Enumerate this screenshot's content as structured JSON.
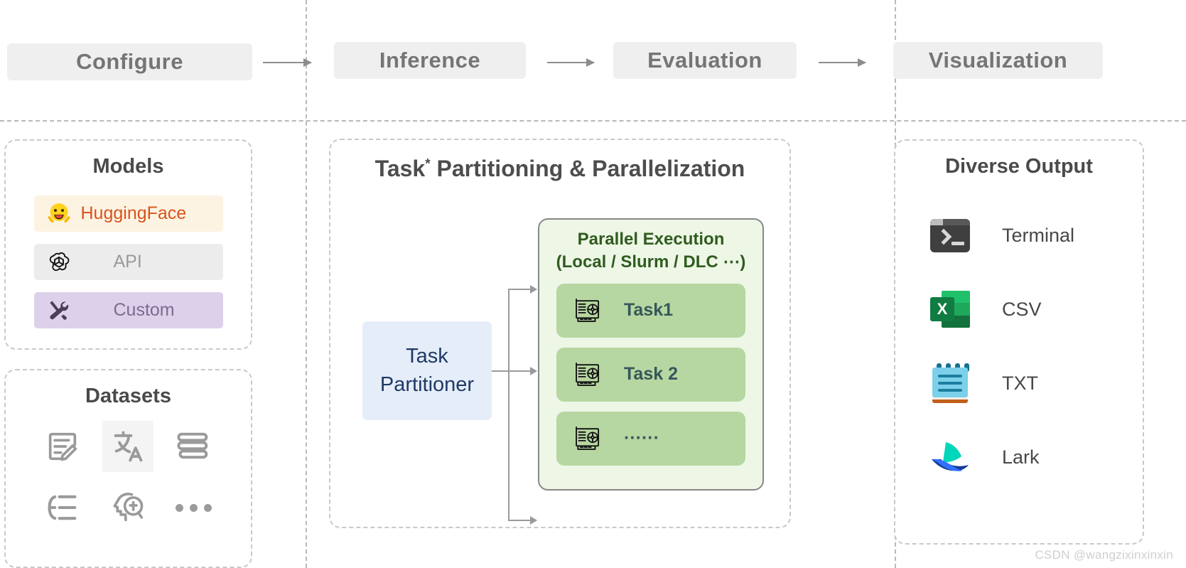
{
  "pipeline": {
    "stages": [
      {
        "label": "Configure"
      },
      {
        "label": "Inference"
      },
      {
        "label": "Evaluation"
      },
      {
        "label": "Visualization"
      }
    ]
  },
  "models": {
    "title": "Models",
    "rows": [
      {
        "label": "HuggingFace",
        "icon": "hugging-face-icon",
        "bg": "#fdf3e2",
        "fg": "#d9531e"
      },
      {
        "label": "API",
        "icon": "openai-icon",
        "bg": "#ececec",
        "fg": "#9a9a9a"
      },
      {
        "label": "Custom",
        "icon": "tools-icon",
        "bg": "#ddd0ea",
        "fg": "#7d6a90"
      }
    ]
  },
  "datasets": {
    "title": "Datasets",
    "icons": [
      {
        "name": "document-edit-icon",
        "highlighted": false
      },
      {
        "name": "translate-icon",
        "highlighted": true
      },
      {
        "name": "books-icon",
        "highlighted": false
      },
      {
        "name": "tree-list-icon",
        "highlighted": false
      },
      {
        "name": "reasoning-head-icon",
        "highlighted": false
      },
      {
        "name": "more-ellipsis-icon",
        "highlighted": false
      }
    ]
  },
  "center": {
    "title_main": "Task",
    "title_sup": "*",
    "title_rest": " Partitioning & Parallelization",
    "partitioner": {
      "line1": "Task",
      "line2": "Partitioner"
    },
    "parallel": {
      "title_line1": "Parallel Execution",
      "title_line2": "(Local / Slurm / DLC ⋯)",
      "tasks": [
        {
          "label": "Task1",
          "icon": "gpu-card-icon"
        },
        {
          "label": "Task 2",
          "icon": "gpu-card-icon"
        },
        {
          "label": "······",
          "icon": "gpu-card-icon"
        }
      ]
    }
  },
  "output": {
    "title": "Diverse Output",
    "rows": [
      {
        "label": "Terminal",
        "icon": "terminal-icon"
      },
      {
        "label": "CSV",
        "icon": "excel-csv-icon"
      },
      {
        "label": "TXT",
        "icon": "notepad-txt-icon"
      },
      {
        "label": "Lark",
        "icon": "lark-icon"
      }
    ]
  },
  "watermark": {
    "text": "CSDN @wangzixinxinxin"
  },
  "colors": {
    "chip_bg": "#efefef",
    "chip_fg": "#757575",
    "divider": "#b9b9b9",
    "panel_border": "#c9c9c9",
    "parallel_bg": "#eef6e6",
    "parallel_fg": "#2f5c1e",
    "task_bg": "#b6d7a1",
    "task_fg": "#37575a",
    "partitioner_bg": "#e5edf9",
    "partitioner_fg": "#1f3a66"
  }
}
